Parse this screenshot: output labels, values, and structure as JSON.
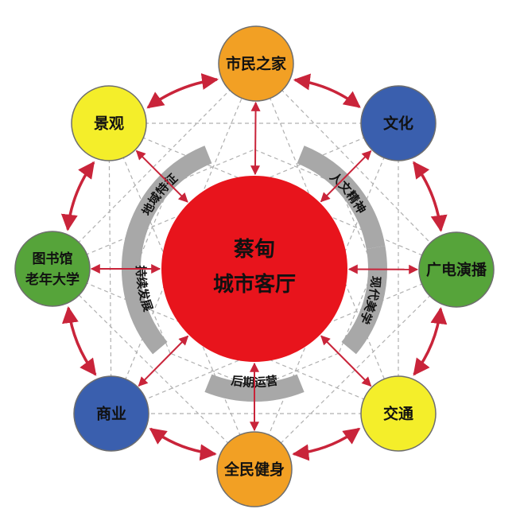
{
  "center": {
    "line1": "蔡甸",
    "line2": "城市客厅",
    "color": "#e8141c"
  },
  "nodes": [
    {
      "id": "top",
      "lines": [
        "市民之家"
      ],
      "color": "#f2a024"
    },
    {
      "id": "ur",
      "lines": [
        "文化"
      ],
      "color": "#3a5fae"
    },
    {
      "id": "right",
      "lines": [
        "广电演播"
      ],
      "color": "#56a43a"
    },
    {
      "id": "lr",
      "lines": [
        "交通"
      ],
      "color": "#f4ee2a"
    },
    {
      "id": "bottom",
      "lines": [
        "全民健身"
      ],
      "color": "#f2a024"
    },
    {
      "id": "ll",
      "lines": [
        "商业"
      ],
      "color": "#3a5fae"
    },
    {
      "id": "left",
      "lines": [
        "图书馆",
        "老年大学"
      ],
      "color": "#56a43a"
    },
    {
      "id": "ul",
      "lines": [
        "景观"
      ],
      "color": "#f4ee2a"
    }
  ],
  "ring_labels": [
    {
      "id": "ring-upper-left",
      "text": "地域特征"
    },
    {
      "id": "ring-upper-right",
      "text": "人文精神"
    },
    {
      "id": "ring-right",
      "text": "现代美学"
    },
    {
      "id": "ring-bottom",
      "text": "后期运营"
    },
    {
      "id": "ring-left",
      "text": "持续发展"
    }
  ],
  "colors": {
    "arrow": "#c9243a",
    "dash": "#b0b0b0",
    "band": "#a8a8a8"
  }
}
